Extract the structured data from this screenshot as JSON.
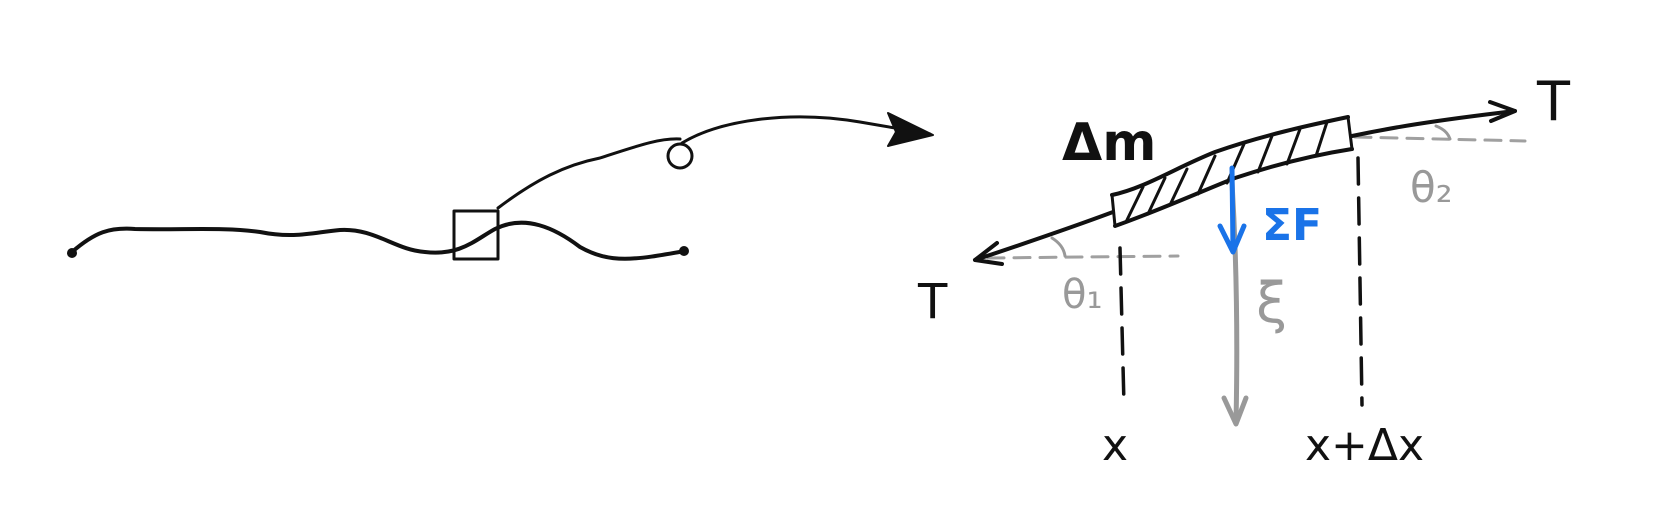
{
  "labels": {
    "mass": "Δm",
    "tension_left": "T",
    "tension_right": "T",
    "theta1": "θ₁",
    "theta2": "θ₂",
    "net_force": "ΣF",
    "xi": "ξ",
    "x": "x",
    "x_plus_dx": "x+Δx"
  },
  "colors": {
    "ink": "#111111",
    "force": "#1a73e8",
    "annotation": "#999999"
  }
}
